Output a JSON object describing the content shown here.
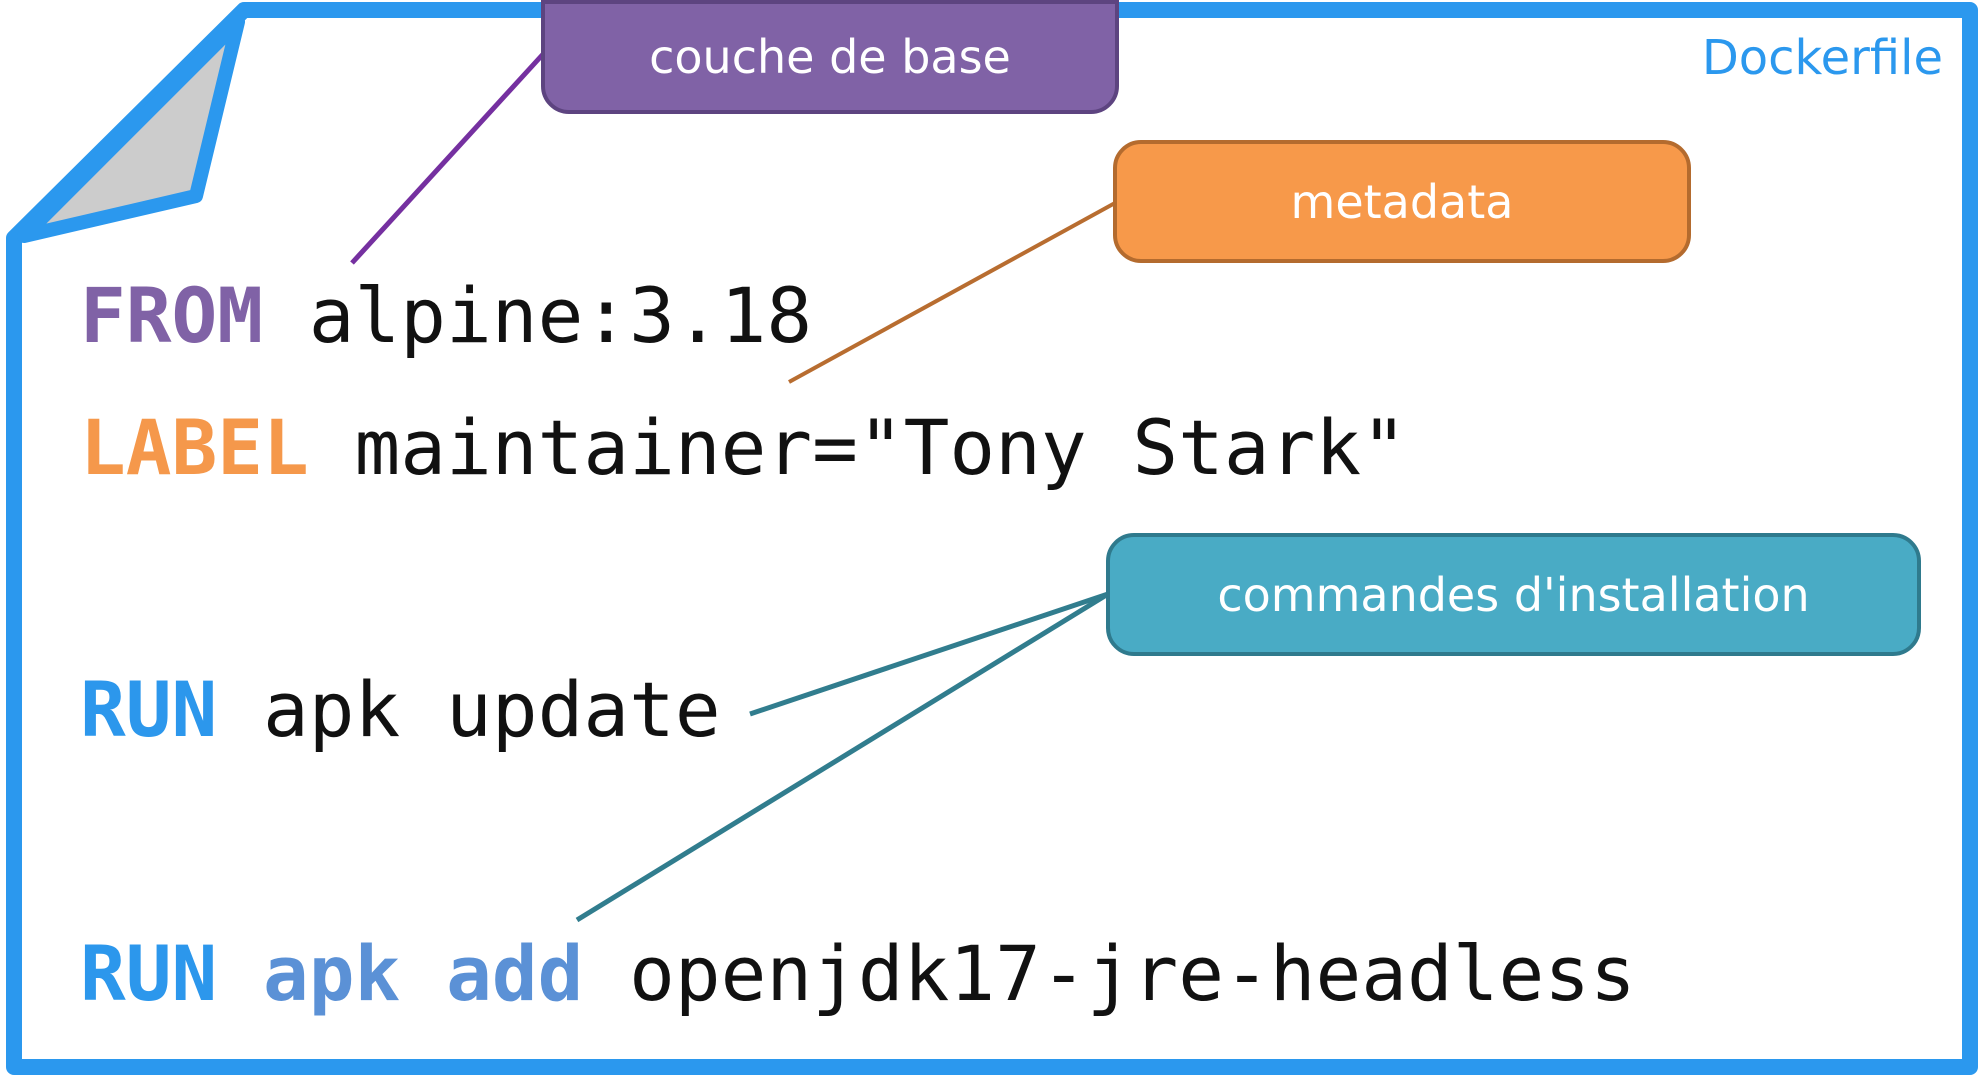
{
  "file_name": "Dockerfile",
  "code": {
    "line1": {
      "keyword": "FROM",
      "text": " alpine:3.18"
    },
    "line2": {
      "keyword": "LABEL",
      "text": " maintainer=\"Tony Stark\""
    },
    "line3": {
      "keyword": "RUN",
      "text": " apk update"
    },
    "line4": {
      "keyword": "RUN",
      "cmd1": "apk",
      "cmd2": "add",
      "text": " openjdk17-jre-headless"
    }
  },
  "callouts": {
    "base": "couche de base",
    "metadata": "metadata",
    "install": "commandes d'installation"
  },
  "colors": {
    "frame": "#2b98ee",
    "from": "#8062a6",
    "label": "#f5984b",
    "run": "#2c97ec",
    "install": "#49abc5"
  }
}
